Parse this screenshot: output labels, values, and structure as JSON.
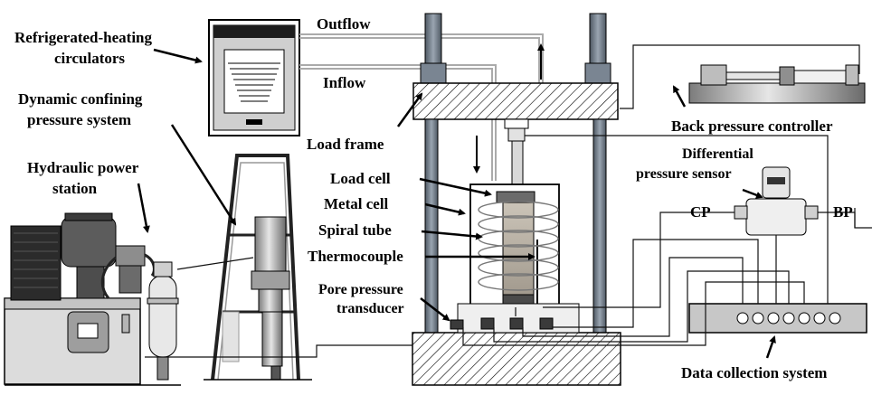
{
  "labels": {
    "outflow": "Outflow",
    "inflow": "Inflow",
    "refrigerated_line1": "Refrigerated-heating",
    "refrigerated_line2": "circulators",
    "dynamic_line1": "Dynamic confining",
    "dynamic_line2": "pressure system",
    "hydraulic_line1": "Hydraulic power",
    "hydraulic_line2": "station",
    "load_frame": "Load frame",
    "load_cell": "Load cell",
    "metal_cell": "Metal cell",
    "spiral_tube": "Spiral tube",
    "thermocouple": "Thermocouple",
    "pore_line1": "Pore pressure",
    "pore_line2": "transducer",
    "back_pressure": "Back pressure controller",
    "diff_line1": "Differential",
    "diff_line2": "pressure sensor",
    "cp": "CP",
    "bp": "BP",
    "data_collection": "Data collection system"
  },
  "colors": {
    "ink": "#000000",
    "steel": "#6f7a86",
    "metal_light": "#d9d9d9",
    "metal_mid": "#a9a9a9",
    "sample": "#b8b1a6",
    "hatch": "#000000"
  }
}
